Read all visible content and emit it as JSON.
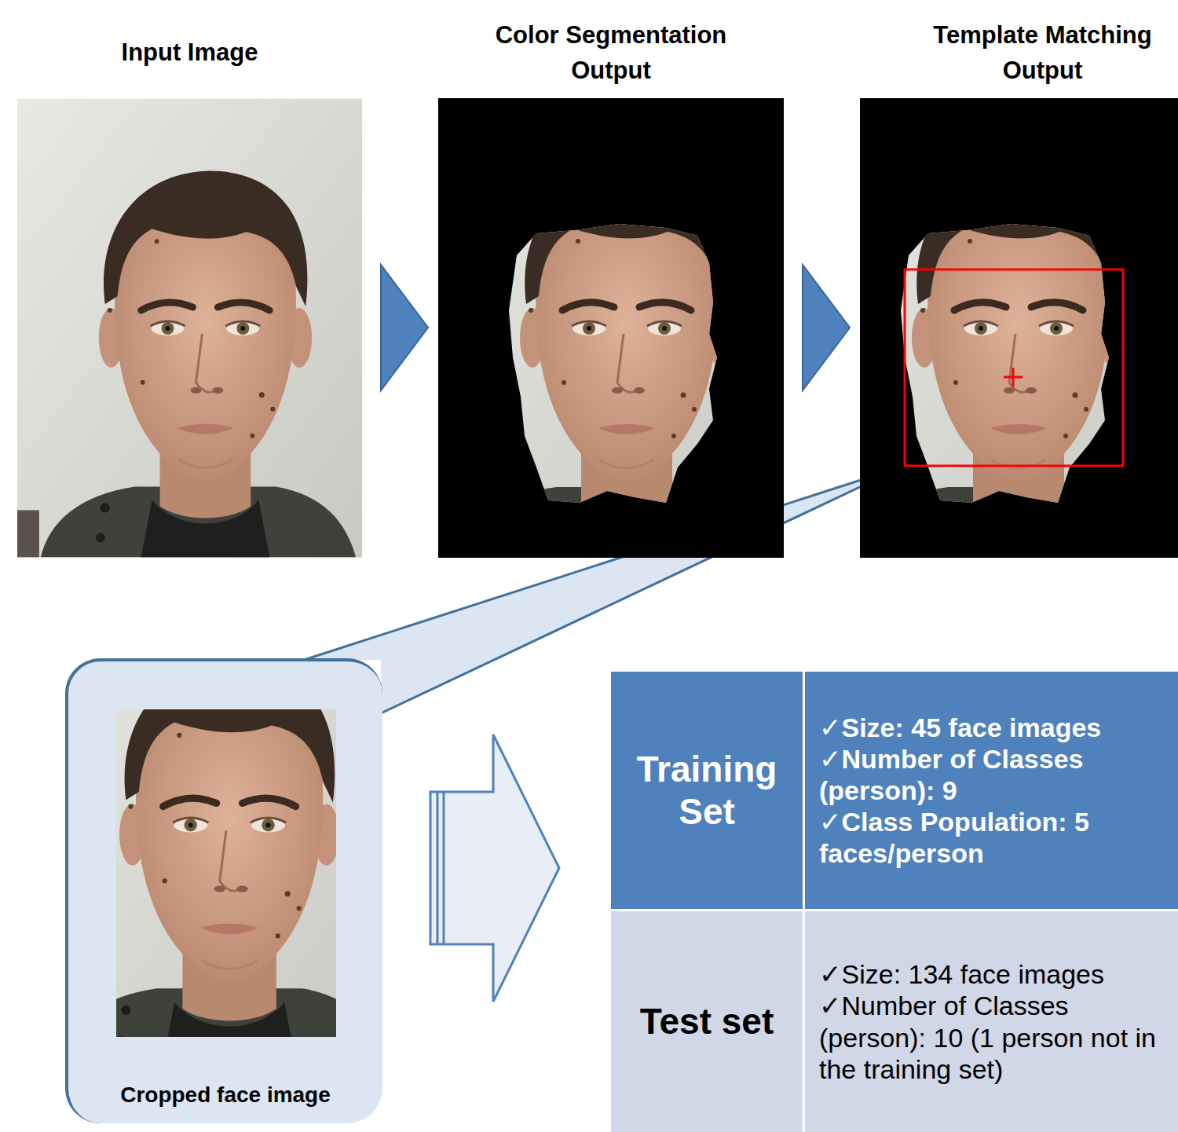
{
  "diagram": {
    "nodes": [
      {
        "text": [
          "Input Image"
        ]
      },
      {
        "text": [
          "Color Segmentation Output"
        ]
      },
      {
        "text": [
          "Template Matching Output"
        ]
      },
      {
        "text": [
          "Cropped face image"
        ]
      },
      {
        "text": [
          "Training Set"
        ]
      },
      {
        "text": [
          "✓Size: 45 face images",
          "✓Number of Classes (person): 9",
          "✓Class Population: 5 faces/person"
        ]
      },
      {
        "text": [
          "Test set"
        ]
      },
      {
        "text": [
          "✓Size: 134 face images",
          "✓Number of Classes (person): 10 (1 person not in the training set)"
        ]
      }
    ],
    "edges": [
      {
        "from": 0,
        "to": 1,
        "arrow": "to"
      },
      {
        "from": 1,
        "to": 2,
        "arrow": "to"
      },
      {
        "from": 2,
        "to": 3,
        "arrow": "none"
      },
      {
        "from": 3,
        "to": 4,
        "arrow": "to"
      }
    ]
  }
}
